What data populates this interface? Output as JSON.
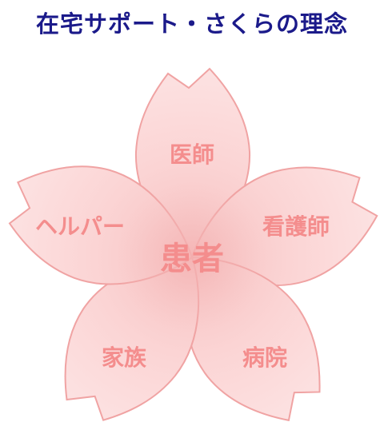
{
  "title": "在宅サポート・さくらの理念",
  "center": "患者",
  "petals": {
    "top": "医師",
    "right": "看護師",
    "bottom_right": "病院",
    "bottom_left": "家族",
    "left": "ヘルパー"
  },
  "colors": {
    "title": "#1b1a8a",
    "petal_fill": "#fbd5d5",
    "petal_stroke": "#f0a3a3",
    "label": "#f48d8d",
    "center_glow": "#f7b9b9"
  }
}
